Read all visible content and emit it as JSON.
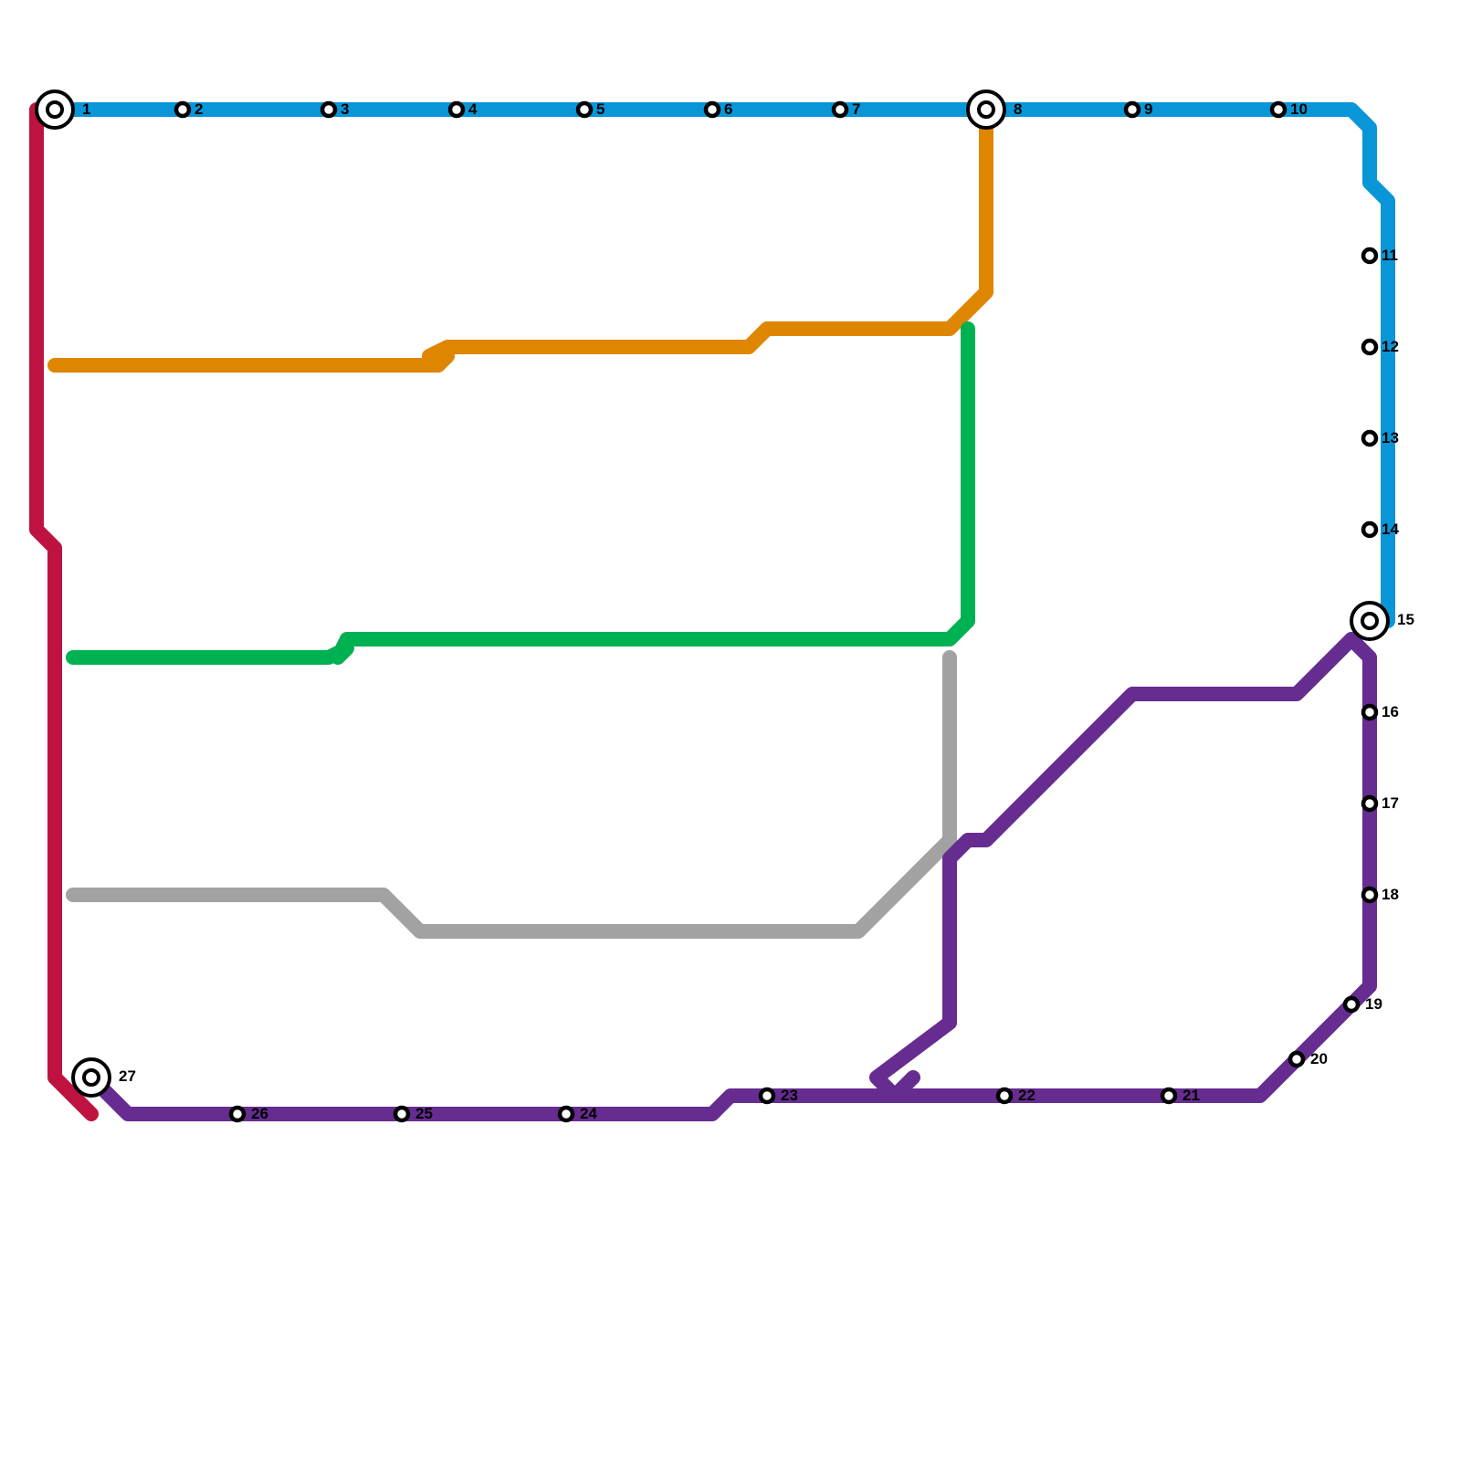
{
  "map": {
    "lines": [
      {
        "name": "red-line",
        "color": "#be1340"
      },
      {
        "name": "blue-line",
        "color": "#0996d8"
      },
      {
        "name": "orange-line",
        "color": "#df8600"
      },
      {
        "name": "green-line",
        "color": "#00b151"
      },
      {
        "name": "gray-line",
        "color": "#a2a2a2"
      },
      {
        "name": "purple-line",
        "color": "#662c90"
      }
    ],
    "stations": [
      {
        "label": "1",
        "interchange": true
      },
      {
        "label": "2",
        "interchange": false
      },
      {
        "label": "3",
        "interchange": false
      },
      {
        "label": "4",
        "interchange": false
      },
      {
        "label": "5",
        "interchange": false
      },
      {
        "label": "6",
        "interchange": false
      },
      {
        "label": "7",
        "interchange": false
      },
      {
        "label": "8",
        "interchange": true
      },
      {
        "label": "9",
        "interchange": false
      },
      {
        "label": "10",
        "interchange": false
      },
      {
        "label": "11",
        "interchange": false
      },
      {
        "label": "12",
        "interchange": false
      },
      {
        "label": "13",
        "interchange": false
      },
      {
        "label": "14",
        "interchange": false
      },
      {
        "label": "15",
        "interchange": true
      },
      {
        "label": "16",
        "interchange": false
      },
      {
        "label": "17",
        "interchange": false
      },
      {
        "label": "18",
        "interchange": false
      },
      {
        "label": "19",
        "interchange": false
      },
      {
        "label": "20",
        "interchange": false
      },
      {
        "label": "21",
        "interchange": false
      },
      {
        "label": "22",
        "interchange": false
      },
      {
        "label": "23",
        "interchange": false
      },
      {
        "label": "24",
        "interchange": false
      },
      {
        "label": "25",
        "interchange": false
      },
      {
        "label": "26",
        "interchange": false
      },
      {
        "label": "27",
        "interchange": true
      }
    ]
  }
}
